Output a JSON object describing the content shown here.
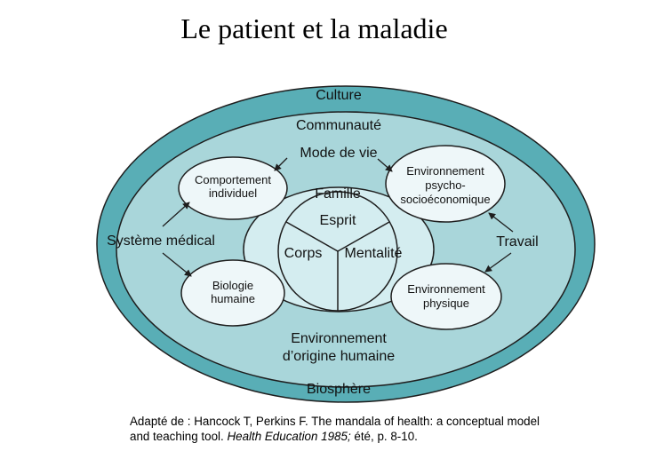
{
  "title": "Le patient et la maladie",
  "colors": {
    "outer_ring": "#59AEB6",
    "community": "#A9D6DA",
    "family_ring": "#D4EDF0",
    "core": "#D4EDF0",
    "satellite": "#EEF7F9",
    "outline": "#1E1E1E"
  },
  "labels": {
    "culture": "Culture",
    "biosphere": "Biosphère",
    "communaute": "Communauté",
    "mode_de_vie": "Mode de vie",
    "famille": "Famille",
    "esprit": "Esprit",
    "corps": "Corps",
    "mentalite": "Mentalité",
    "systeme_medical": "Système médical",
    "travail": "Travail",
    "env_humaine": [
      "Environnement",
      "d’origine humaine"
    ],
    "comportement": [
      "Comportement",
      "individuel"
    ],
    "psycho": [
      "Environnement",
      "psycho-",
      "socioéconomique"
    ],
    "biologie": [
      "Biologie",
      "humaine"
    ],
    "physique": [
      "Environnement",
      "physique"
    ]
  },
  "citation": {
    "prefix": "Adapté de : Hancock T, Perkins F. The mandala of health: a conceptual model and teaching tool. ",
    "journal": "Health Education 1985;",
    "suffix": " été, p. 8-10."
  }
}
